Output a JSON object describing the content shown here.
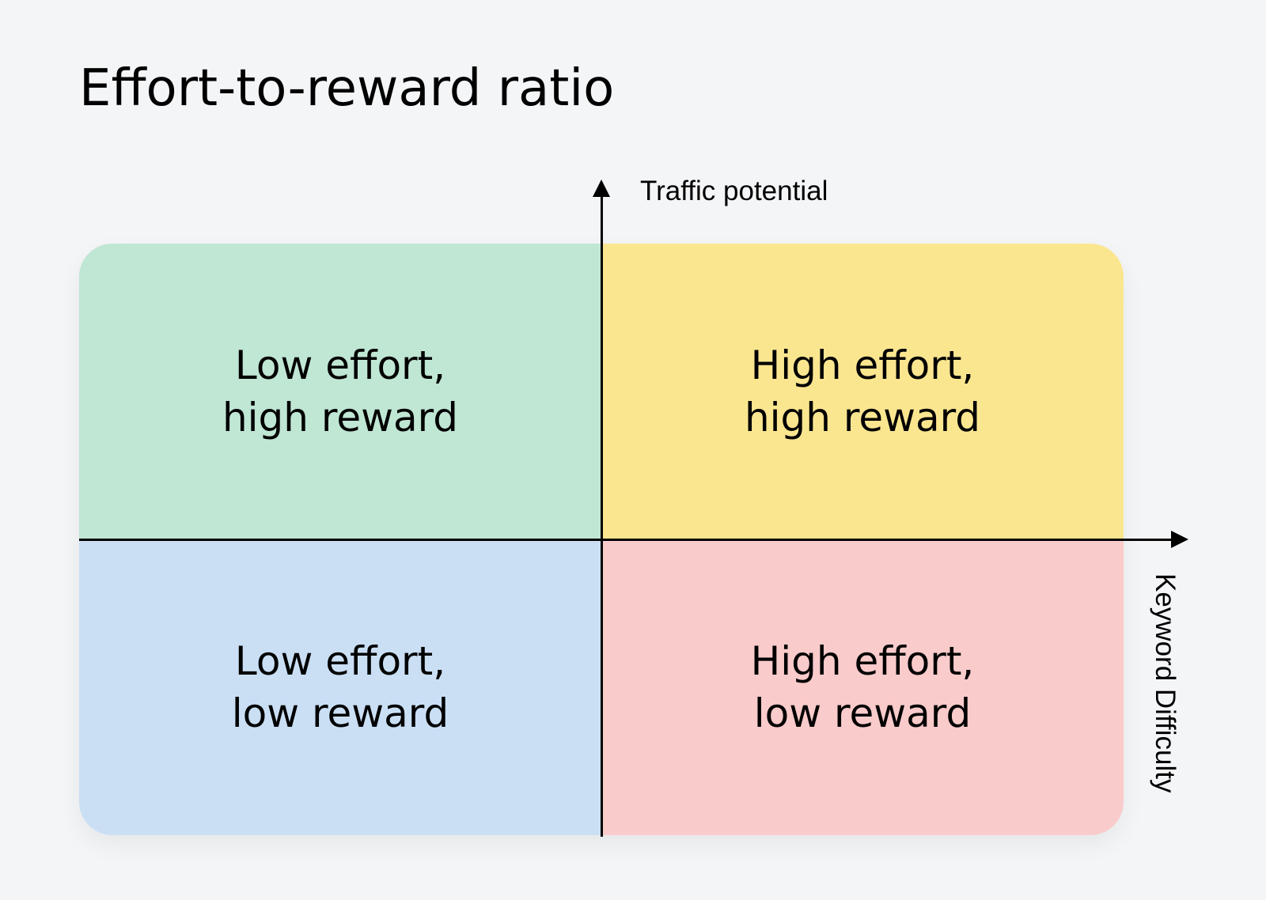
{
  "title": "Effort-to-reward ratio",
  "axes": {
    "y_label": "Traffic potential",
    "x_label": "Keyword Difficulty"
  },
  "quadrants": {
    "top_left": {
      "line1": "Low effort,",
      "line2": "high reward",
      "color": "#c0e6d4"
    },
    "top_right": {
      "line1": "High effort,",
      "line2": "high reward",
      "color": "#fbe690"
    },
    "bottom_left": {
      "line1": "Low effort,",
      "line2": "low reward",
      "color": "#cadff4"
    },
    "bottom_right": {
      "line1": "High effort,",
      "line2": "low reward",
      "color": "#facbcb"
    }
  },
  "colors": {
    "background": "#f4f5f7",
    "axis": "#000000"
  }
}
